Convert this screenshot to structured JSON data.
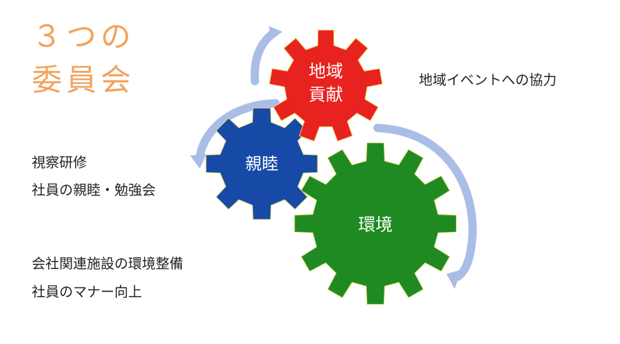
{
  "title": {
    "line1": "３つの",
    "line2": "委員会"
  },
  "gears": {
    "community": {
      "line1": "地域",
      "line2": "貢献",
      "color": "#e8221e"
    },
    "friendship": {
      "label": "親睦",
      "color": "#174aa6"
    },
    "environment": {
      "label": "環境",
      "color": "#1f8a22"
    }
  },
  "arrow_color": "#a9bde6",
  "descriptions": {
    "community": "地域イベントへの協力",
    "friendship": [
      "視察研修",
      "社員の親睦・勉強会"
    ],
    "environment": [
      "会社関連施設の環境整備",
      "社員のマナー向上"
    ]
  }
}
